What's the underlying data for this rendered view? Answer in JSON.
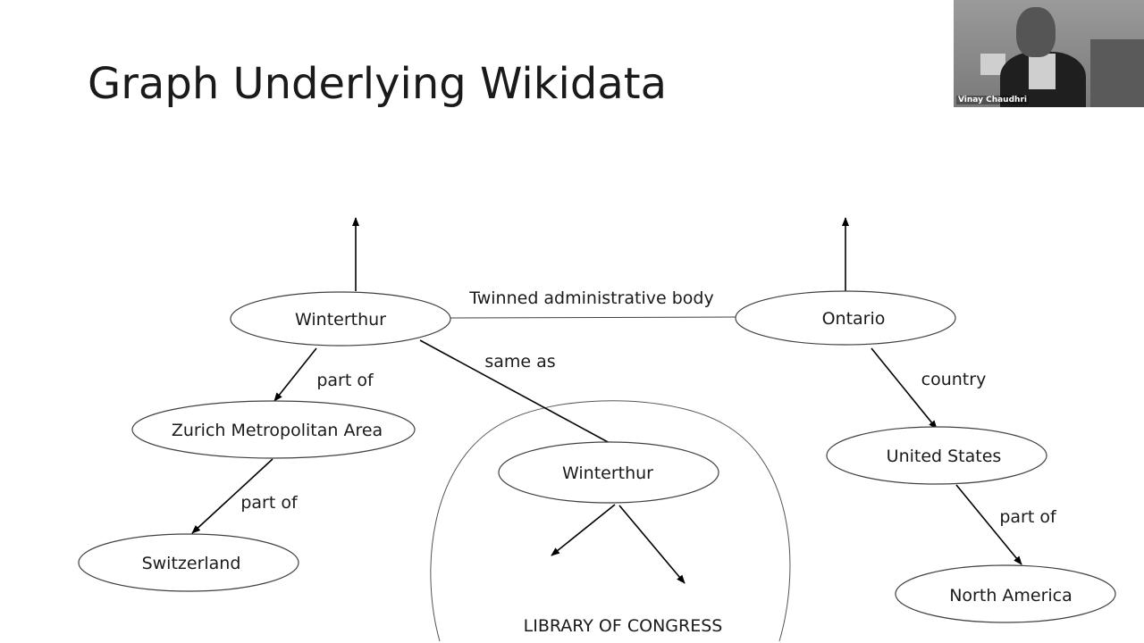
{
  "slide": {
    "title": "Graph Underlying Wikidata"
  },
  "nodes": {
    "winterthur_main": "Winterthur",
    "ontario": "Ontario",
    "zurich": "Zurich Metropolitan Area",
    "winterthur_loc": "Winterthur",
    "united_states": "United States",
    "switzerland": "Switzerland",
    "north_america": "North America"
  },
  "edge_labels": {
    "twinned": "Twinned administrative body",
    "same_as": "same as",
    "part_of_zurich": "part of",
    "part_of_switzerland": "part of",
    "country": "country",
    "part_of_na": "part of"
  },
  "region_label": "LIBRARY OF CONGRESS",
  "video": {
    "participant_name": "Vinay Chaudhri"
  }
}
